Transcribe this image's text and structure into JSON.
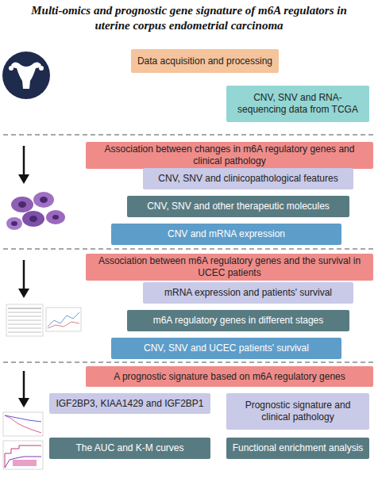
{
  "diagram": {
    "title": "Multi-omics and prognostic gene signature of m6A regulators in uterine corpus endometrial carcinoma",
    "nodes": [
      {
        "text": [
          "Data acquisition and processing"
        ]
      },
      {
        "text": [
          "CNV, SNV and RNA-sequencing data from TCGA"
        ]
      },
      {
        "text": [
          "Association between changes in m6A regulatory genes and clinical pathology"
        ]
      },
      {
        "text": [
          "CNV, SNV and clinicopathological features"
        ]
      },
      {
        "text": [
          "CNV, SNV and other therapeutic molecules"
        ]
      },
      {
        "text": [
          "CNV and mRNA expression"
        ]
      },
      {
        "text": [
          "Association between m6A regulatory genes and the survival in UCEC patients"
        ]
      },
      {
        "text": [
          "mRNA expression and patients' survival"
        ]
      },
      {
        "text": [
          "m6A regulatory genes in different stages"
        ]
      },
      {
        "text": [
          "CNV, SNV and UCEC patients' survival"
        ]
      },
      {
        "text": [
          "A prognostic signature based on m6A regulatory genes"
        ]
      },
      {
        "text": [
          "IGF2BP3, KIAA1429 and IGF2BP1"
        ]
      },
      {
        "text": [
          "Prognostic signature and clinical pathology"
        ]
      },
      {
        "text": [
          "The AUC and K-M curves"
        ]
      },
      {
        "text": [
          "Functional enrichment analysis"
        ]
      }
    ]
  }
}
